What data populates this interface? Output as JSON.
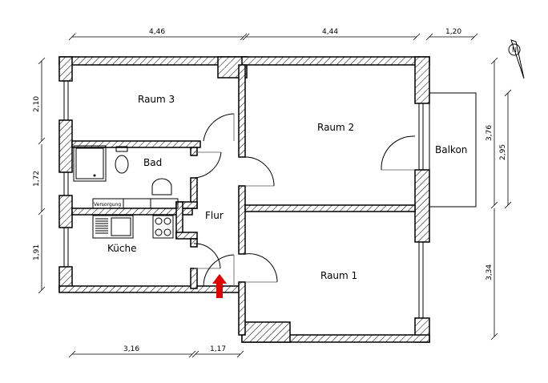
{
  "rooms": {
    "raum3": "Raum 3",
    "raum2": "Raum 2",
    "raum1": "Raum 1",
    "bad": "Bad",
    "kueche": "Küche",
    "flur": "Flur",
    "balkon": "Balkon",
    "versorgung": "Versorgung"
  },
  "dimensions": {
    "top": [
      "4,46",
      "4,44",
      "1,20"
    ],
    "bottom": [
      "3,16",
      "1,17"
    ],
    "left": [
      "2,10",
      "1,72",
      "1,91"
    ],
    "right_outer": [
      "3,76",
      "3,34"
    ],
    "right_inner": [
      "2,95"
    ]
  },
  "compass": {
    "label": "N"
  },
  "entrance_arrow": {
    "color": "#e00000"
  }
}
